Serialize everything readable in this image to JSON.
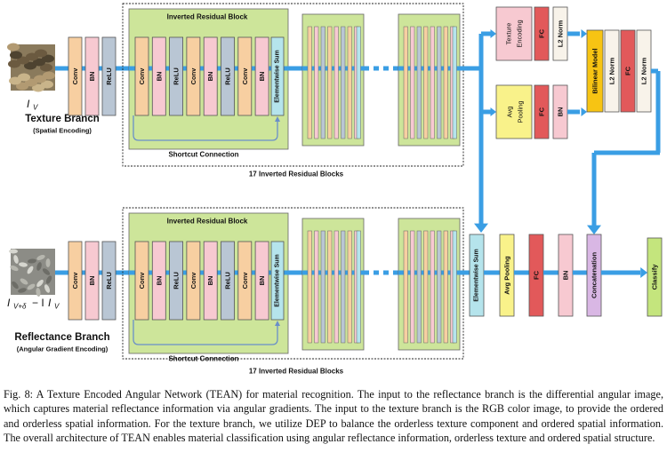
{
  "texture_branch": {
    "title": "Texture Branch",
    "subtitle": "(Spatial Encoding)",
    "input_label": "I",
    "input_sub": "V",
    "layers": [
      "Conv",
      "BN",
      "ReLU"
    ],
    "irb_title": "Inverted Residual Block",
    "irb_layers": [
      "Conv",
      "BN",
      "ReLU",
      "Conv",
      "BN",
      "ReLU",
      "Conv",
      "BN"
    ],
    "elementwise": "Elementwise Sum",
    "shortcut": "Shortcut Connection",
    "blocks_label": "17 Inverted Residual Blocks",
    "enc_top": [
      "Texture Encoding",
      "FC",
      "L2 Norm"
    ],
    "enc_bottom": [
      "Avg Pooling",
      "FC",
      "BN"
    ],
    "bilinear": [
      "Bilinear Model",
      "L2 Norm",
      "FC",
      "L2 Norm"
    ]
  },
  "reflectance_branch": {
    "title": "Reflectance Branch",
    "subtitle": "(Angular Gradient Encoding)",
    "input_label": "I",
    "input_sub": "V+δ",
    "input_minus": " − I",
    "input_sub2": "V",
    "layers": [
      "Conv",
      "BN",
      "ReLU"
    ],
    "irb_title": "Inverted Residual Block",
    "irb_layers": [
      "Conv",
      "BN",
      "ReLU",
      "Conv",
      "BN",
      "ReLU",
      "Conv",
      "BN"
    ],
    "elementwise": "Elementwise Sum",
    "shortcut": "Shortcut Connection",
    "blocks_label": "17 Inverted Residual Blocks",
    "tail": [
      "Elementwise Sum",
      "Avg Pooling",
      "FC",
      "BN",
      "Concatenation",
      "Classify"
    ]
  },
  "caption": "Fig. 8: A Texture Encoded Angular Network (TEAN) for material recognition. The input to the reflectance branch is the differential angular image, which captures material reflectance information via angular gradients. The input to the texture branch is the RGB color image, to provide the ordered and orderless spatial information. For the texture branch, we utilize DEP to balance the orderless texture component and ordered spatial information. The overall architecture of TEAN enables material classification using angular reflectance information, orderless texture and ordered spatial structure.",
  "colors": {
    "arrow": "#3a9ee4",
    "conv": "#f7cfa1",
    "bn": "#f7c9d1",
    "relu": "#b9c6d4",
    "irb_bg": "#cde59a",
    "elementwise": "#b5e4ec",
    "fc": "#e2595a",
    "l2": "#f8f3ea",
    "avg": "#f9f28a",
    "bilinear": "#f7c413",
    "concat": "#d9b7e4",
    "classify": "#c4e57d"
  }
}
